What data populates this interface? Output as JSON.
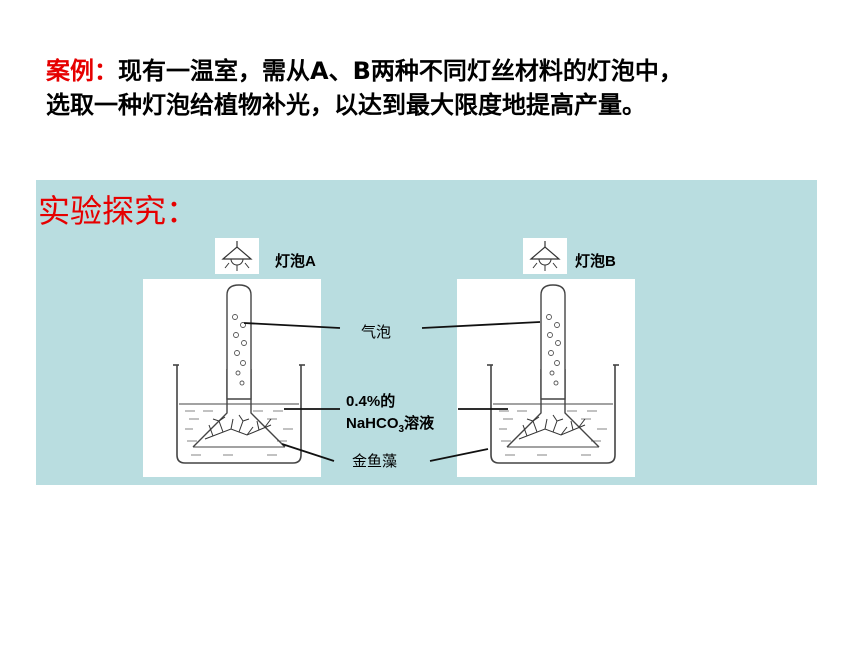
{
  "case_text": {
    "prefix": "案例：",
    "line1": "现有一温室，需从A、B两种不同灯丝材料的灯泡中，",
    "line2": "选取一种灯泡给植物补光，以达到最大限度地提高产量。"
  },
  "heading": "实验探究：",
  "labels": {
    "lamp_a": "灯泡A",
    "lamp_b": "灯泡B",
    "bubble": "气泡",
    "solution_line1": "0.4%的",
    "solution_line2_main": "NaHCO",
    "solution_line2_sub": "3",
    "solution_line2_tail": "溶液",
    "plant": "金鱼藻"
  },
  "icons": [
    "lamp-icon",
    "beaker-icon",
    "test-tube-icon",
    "waterweed-icon"
  ]
}
